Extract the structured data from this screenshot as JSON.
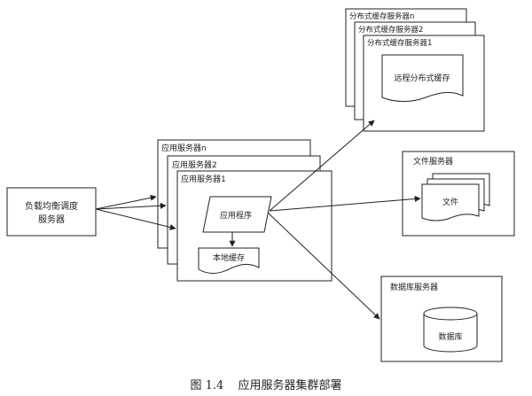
{
  "load_balancer": {
    "label_line1": "负载均衡调度",
    "label_line2": "服务器"
  },
  "app_servers": {
    "stack_labels": [
      "应用服务器n",
      "应用服务器2",
      "应用服务器1"
    ],
    "app_program": "应用程序",
    "local_cache": "本地缓存"
  },
  "cache_servers": {
    "stack_labels": [
      "分布式缓存服务器n",
      "分布式缓存服务器2",
      "分布式缓存服务器1"
    ],
    "remote_cache": "远程分布式缓存"
  },
  "file_server": {
    "title": "文件服务器",
    "files": "文件"
  },
  "db_server": {
    "title": "数据库服务器",
    "db": "数据库"
  },
  "caption": {
    "number": "图 1.4",
    "text": "应用服务器集群部署"
  },
  "colors": {
    "line": "#222222",
    "background": "#ffffff"
  }
}
